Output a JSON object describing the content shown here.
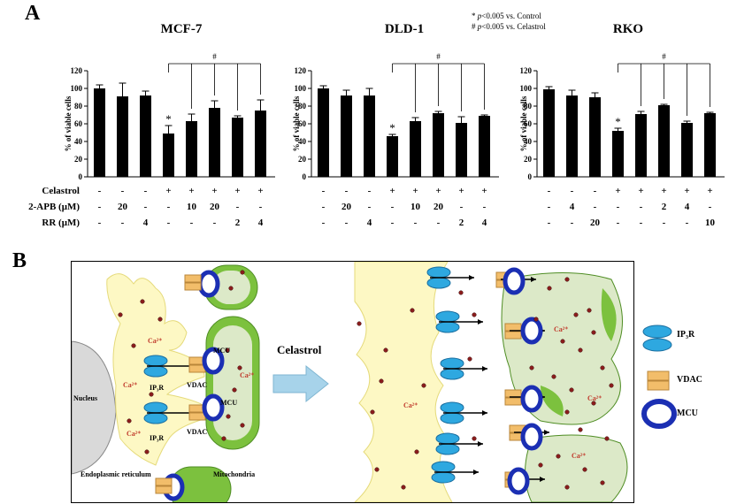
{
  "panel_a_letter": "A",
  "panel_b_letter": "B",
  "significance": {
    "line1_prefix": "* ",
    "line1_p": "p",
    "line1_rest": "<0.005 vs. Control",
    "line2_prefix": "# ",
    "line2_p": "p",
    "line2_rest": "<0.005 vs. Celastrol"
  },
  "chart_data": [
    {
      "type": "bar",
      "title": "MCF-7",
      "ylabel": "% of viable cells",
      "ylim": [
        0,
        120
      ],
      "yticks": [
        "0",
        "20",
        "40",
        "60",
        "80",
        "100",
        "120"
      ],
      "values": [
        100,
        91,
        92,
        49,
        63,
        78,
        67,
        75
      ],
      "errors": [
        4,
        15,
        5,
        9,
        8,
        8,
        2,
        12
      ],
      "control_marker": "*",
      "bracket_marker": "#",
      "conditions": [
        {
          "label": "Celastrol",
          "values": [
            "-",
            "-",
            "-",
            "+",
            "+",
            "+",
            "+",
            "+"
          ]
        },
        {
          "label": "2-APB (μM)",
          "values": [
            "-",
            "20",
            "-",
            "-",
            "10",
            "20",
            "-",
            "-"
          ]
        },
        {
          "label": "RR (μM)",
          "values": [
            "-",
            "-",
            "4",
            "-",
            "-",
            "-",
            "2",
            "4"
          ]
        }
      ]
    },
    {
      "type": "bar",
      "title": "DLD-1",
      "ylabel": "% of viable cells",
      "ylim": [
        0,
        120
      ],
      "yticks": [
        "0",
        "20",
        "40",
        "60",
        "80",
        "100",
        "120"
      ],
      "values": [
        100,
        92,
        92,
        46,
        63,
        72,
        61,
        69
      ],
      "errors": [
        3,
        6,
        8,
        2,
        4,
        2,
        7,
        1
      ],
      "control_marker": "*",
      "bracket_marker": "#",
      "conditions": [
        {
          "label": "",
          "values": [
            "-",
            "-",
            "-",
            "+",
            "+",
            "+",
            "+",
            "+"
          ]
        },
        {
          "label": "",
          "values": [
            "-",
            "20",
            "-",
            "-",
            "10",
            "20",
            "-",
            "-"
          ]
        },
        {
          "label": "",
          "values": [
            "-",
            "-",
            "4",
            "-",
            "-",
            "-",
            "2",
            "4"
          ]
        }
      ]
    },
    {
      "type": "bar",
      "title": "RKO",
      "ylabel": "% of viable cells",
      "ylim": [
        0,
        120
      ],
      "yticks": [
        "0",
        "20",
        "40",
        "60",
        "80",
        "100",
        "120"
      ],
      "values": [
        99,
        92,
        90,
        52,
        71,
        81,
        61,
        72
      ],
      "errors": [
        3,
        6,
        5,
        3,
        3,
        1,
        2,
        1
      ],
      "control_marker": "*",
      "bracket_marker": "#",
      "conditions": [
        {
          "label": "",
          "values": [
            "-",
            "-",
            "-",
            "+",
            "+",
            "+",
            "+",
            "+"
          ]
        },
        {
          "label": "",
          "values": [
            "-",
            "4",
            "-",
            "-",
            "-",
            "2",
            "4",
            "-"
          ]
        },
        {
          "label": "",
          "values": [
            "-",
            "-",
            "20",
            "-",
            "-",
            "-",
            "-",
            "10"
          ]
        }
      ]
    }
  ],
  "diagram": {
    "nucleus": "Nucleus",
    "er": "Endoplasmic reticulum",
    "mito": "Mitochondria",
    "ca": "Ca²⁺",
    "mcu": "MCU",
    "vdac": "VDAC",
    "ip3r": "IP₃R",
    "celastrol": "Celastrol",
    "colors": {
      "er": "#fdf8c4",
      "mito": "#7cc13e",
      "mito_inner": "#dce9c8",
      "ip3r": "#2ea8e0",
      "vdac": "#f2bd6a",
      "mcu": "#1b2fb3",
      "dot": "#8a1c1c",
      "arrow": "#a7d3ea"
    }
  },
  "legend": {
    "ip3r": "IP₃R",
    "vdac": "VDAC",
    "mcu": "MCU"
  }
}
